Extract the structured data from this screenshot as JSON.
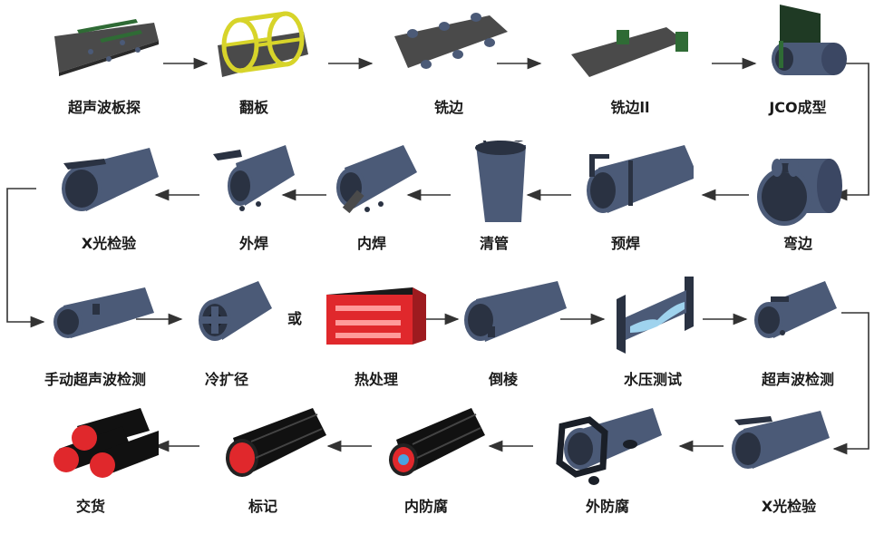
{
  "colors": {
    "pipe": "#4b5a77",
    "pipe_dark": "#2a3242",
    "plate": "#4a4a4a",
    "red": "#e0282c",
    "yellow": "#d7d42a",
    "green": "#2f6b35",
    "water": "#9fd3ee"
  },
  "or_text": "或",
  "steps": [
    {
      "label": "超声波板探",
      "icon": "plate-ut-icon"
    },
    {
      "label": "翻板",
      "icon": "plate-flip-icon"
    },
    {
      "label": "铣边",
      "icon": "edge-milling-icon"
    },
    {
      "label": "铣边ll",
      "icon": "edge-milling-2-icon"
    },
    {
      "label": "JCO成型",
      "icon": "jco-forming-icon"
    },
    {
      "label": "弯边",
      "icon": "edge-bending-icon"
    },
    {
      "label": "预焊",
      "icon": "pre-welding-icon"
    },
    {
      "label": "清管",
      "icon": "pipe-cleaning-icon"
    },
    {
      "label": "内焊",
      "icon": "inner-welding-icon"
    },
    {
      "label": "外焊",
      "icon": "outer-welding-icon"
    },
    {
      "label": "X光检验",
      "icon": "xray-inspection-icon"
    },
    {
      "label": "手动超声波检测",
      "icon": "manual-ut-icon"
    },
    {
      "label": "冷扩径",
      "icon": "cold-expansion-icon"
    },
    {
      "label": "热处理",
      "icon": "heat-treatment-icon"
    },
    {
      "label": "倒棱",
      "icon": "beveling-icon"
    },
    {
      "label": "水压测试",
      "icon": "hydrostatic-test-icon"
    },
    {
      "label": "超声波检测",
      "icon": "ut-inspection-icon"
    },
    {
      "label": "X光检验",
      "icon": "xray-inspection-2-icon"
    },
    {
      "label": "外防腐",
      "icon": "outer-coating-icon"
    },
    {
      "label": "内防腐",
      "icon": "inner-coating-icon"
    },
    {
      "label": "标记",
      "icon": "marking-icon"
    },
    {
      "label": "交货",
      "icon": "delivery-icon"
    }
  ]
}
